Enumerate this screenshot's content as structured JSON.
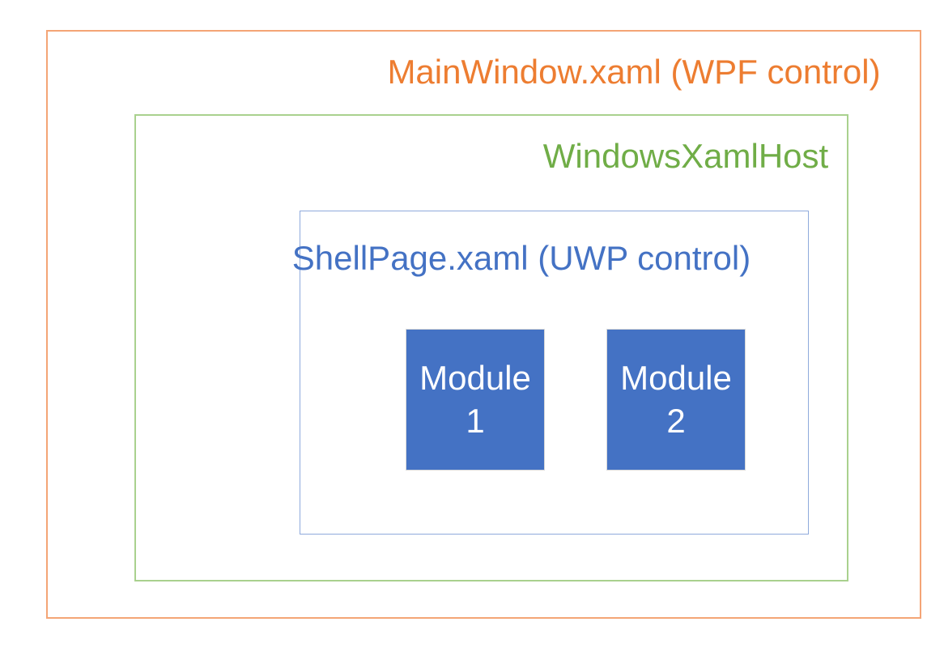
{
  "diagram": {
    "outer": {
      "label": "MainWindow.xaml (WPF control)",
      "text_color": "#ED7D31",
      "border_color": "#F4A576"
    },
    "host": {
      "label": "WindowsXamlHost",
      "text_color": "#70AD47",
      "border_color": "#A9D18E"
    },
    "shell": {
      "label": "ShellPage.xaml (UWP control)",
      "text_color": "#4472C4",
      "border_color": "#8FAADC"
    },
    "modules": [
      {
        "line1": "Module",
        "line2": "1",
        "fill_color": "#4472C4",
        "text_color": "#FFFFFF"
      },
      {
        "line1": "Module",
        "line2": "2",
        "fill_color": "#4472C4",
        "text_color": "#FFFFFF"
      }
    ]
  }
}
